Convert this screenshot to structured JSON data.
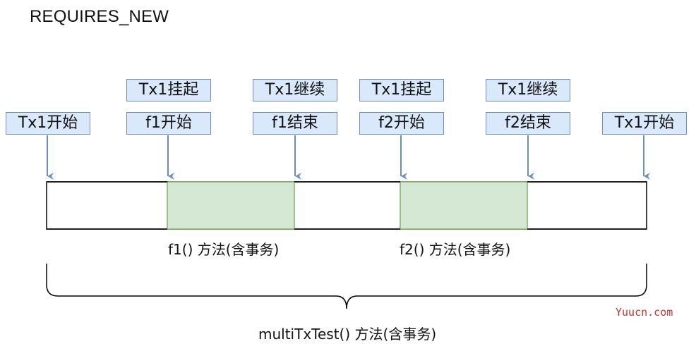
{
  "title": "REQUIRES_NEW",
  "events": [
    {
      "top": "",
      "bottom": "Tx1开始"
    },
    {
      "top": "Tx1挂起",
      "bottom": "f1开始"
    },
    {
      "top": "Tx1继续",
      "bottom": "f1结束"
    },
    {
      "top": "Tx1挂起",
      "bottom": "f2开始"
    },
    {
      "top": "Tx1继续",
      "bottom": "f2结束"
    },
    {
      "top": "",
      "bottom": "Tx1开始"
    }
  ],
  "segments": [
    {
      "label": "f1() 方法(含事务)"
    },
    {
      "label": "f2() 方法(含事务)"
    }
  ],
  "outer": {
    "label": "multiTxTest() 方法(含事务)"
  },
  "watermark": "Yuucn.com",
  "colors": {
    "label_fill": "#dae8fc",
    "label_border": "#6c8ebf",
    "arrow": "#6c8ebf",
    "segment_fill": "#d5e8d4",
    "segment_border": "#82b366"
  }
}
